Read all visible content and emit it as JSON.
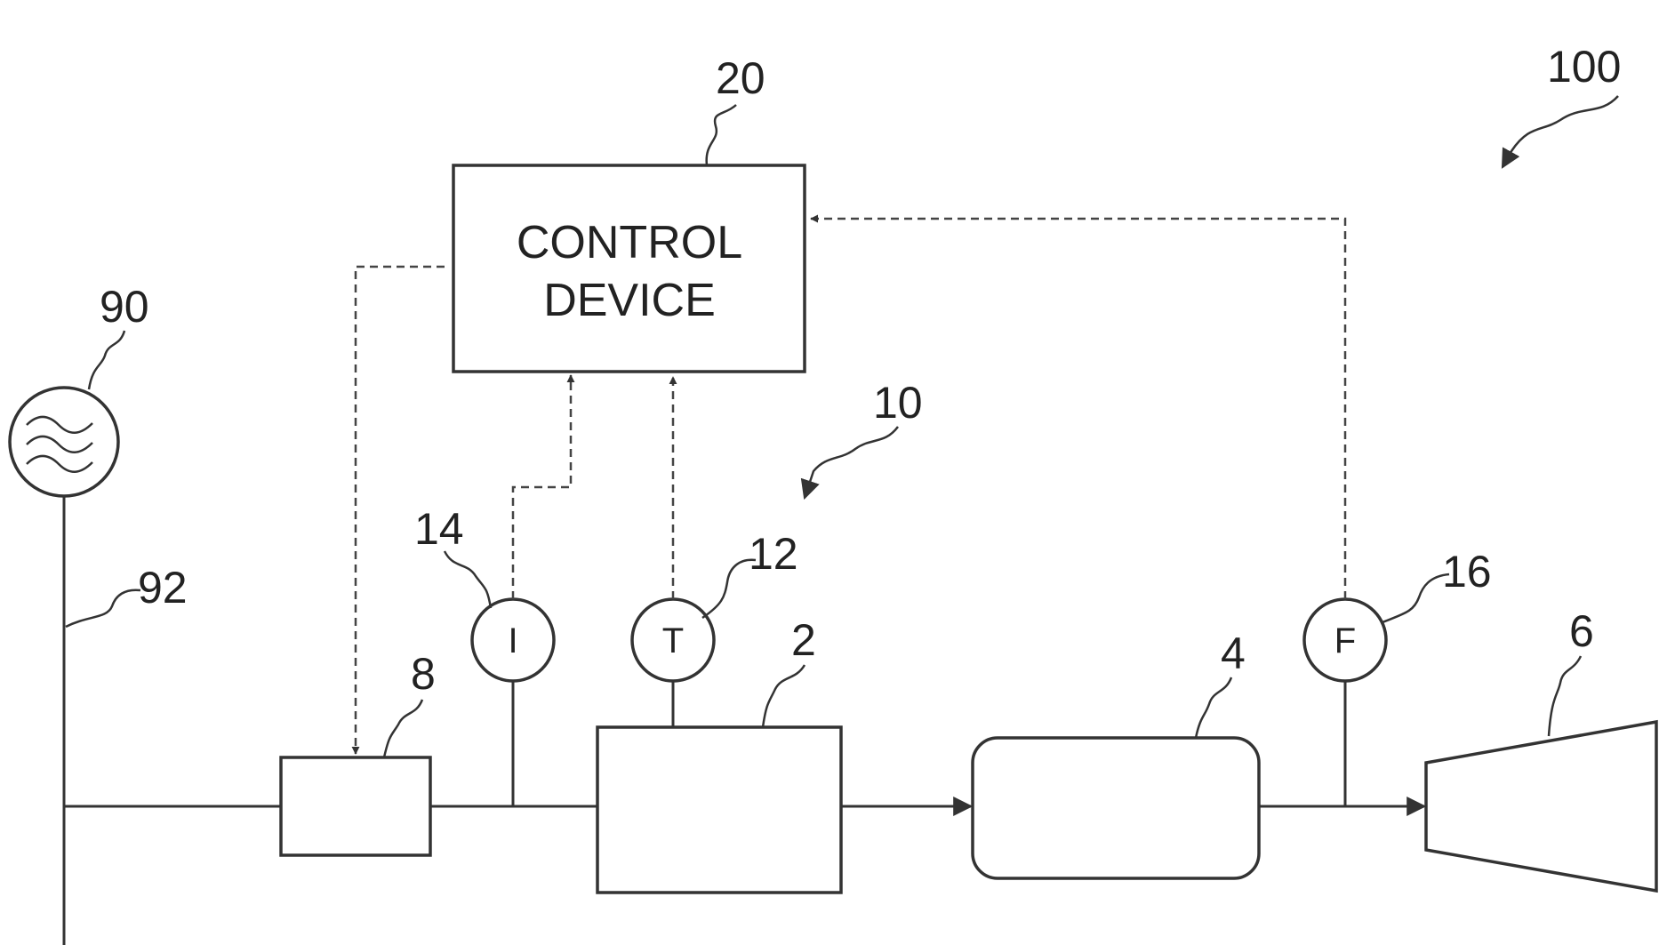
{
  "control_device": {
    "line1": "CONTROL",
    "line2": "DEVICE"
  },
  "symbols": {
    "current_sensor": "I",
    "temperature_sensor": "T",
    "flow_sensor": "F"
  },
  "refs": {
    "system": "100",
    "control": "20",
    "power_source": "90",
    "power_line": "92",
    "subsystem": "10",
    "current_sensor": "14",
    "temperature_sensor": "12",
    "flow_sensor": "16",
    "regulator": "8",
    "unit_2": "2",
    "unit_4": "4",
    "unit_6": "6"
  }
}
